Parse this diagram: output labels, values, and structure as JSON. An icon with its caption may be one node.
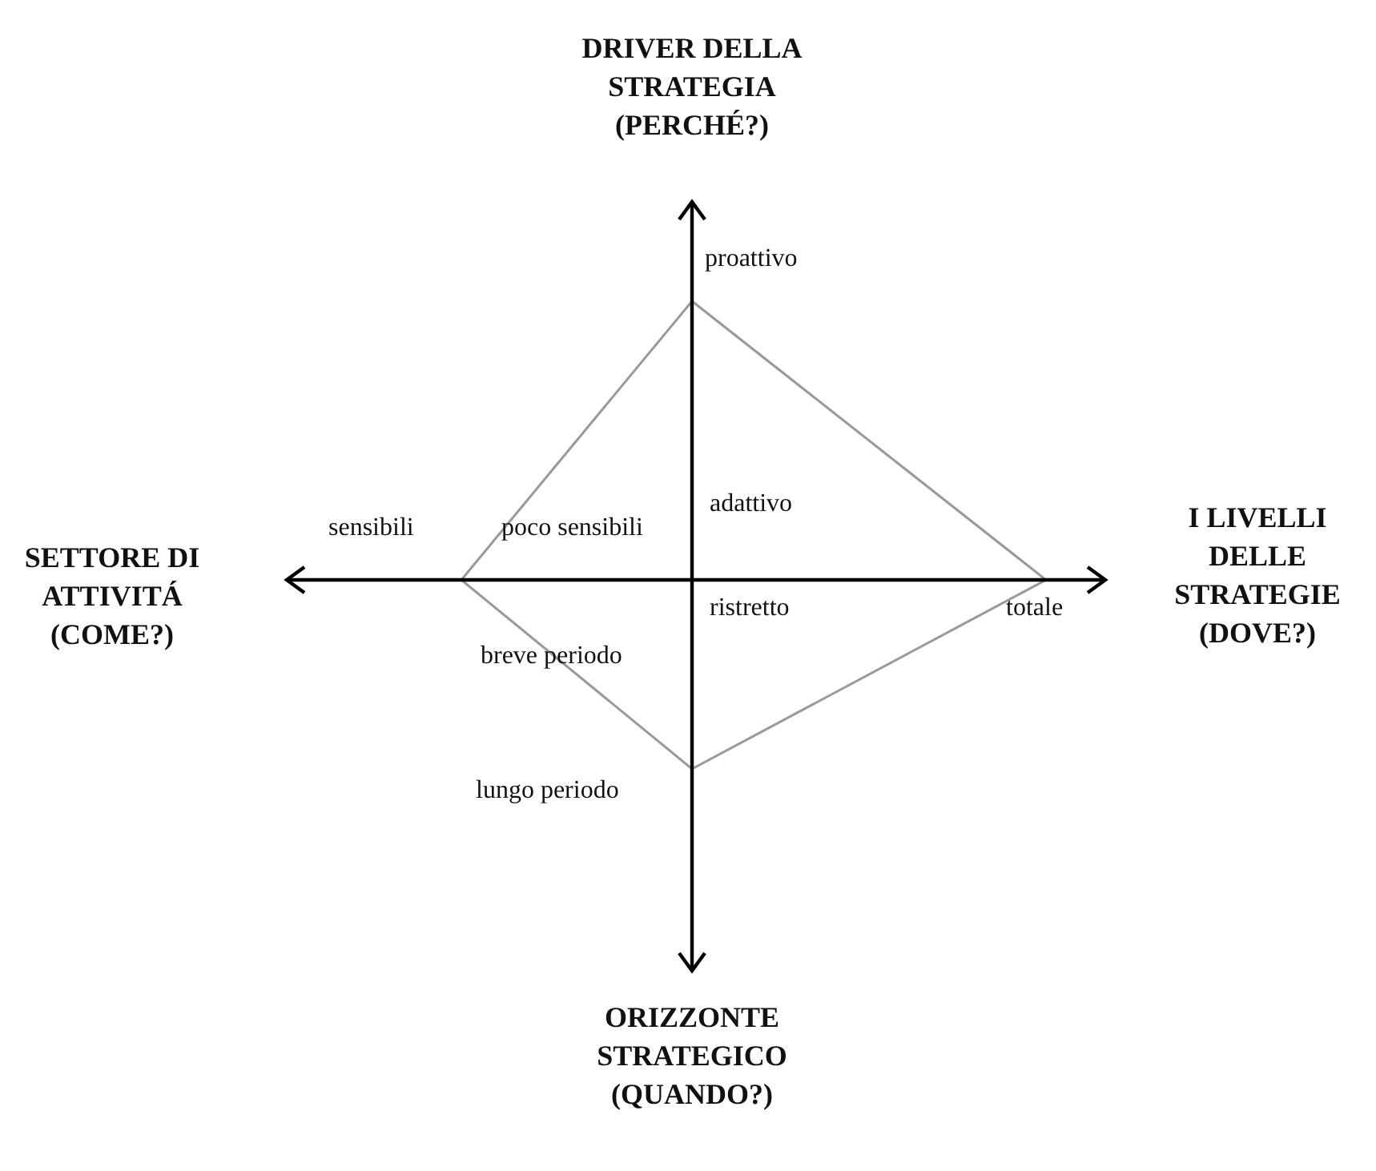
{
  "diagram": {
    "labels": [
      "DRIVER DELLA STRATEGIA (PERCHÉ?)",
      "proattivo",
      "adattivo",
      "SETTORE DI ATTIVITÁ (COME?)",
      "sensibili",
      "poco sensibili",
      "I LIVELLI DELLE STRATEGIE (DOVE?)",
      "ristretto",
      "totale",
      "breve periodo",
      "lungo periodo",
      "ORIZZONTE STRATEGICO (QUANDO?)"
    ]
  }
}
